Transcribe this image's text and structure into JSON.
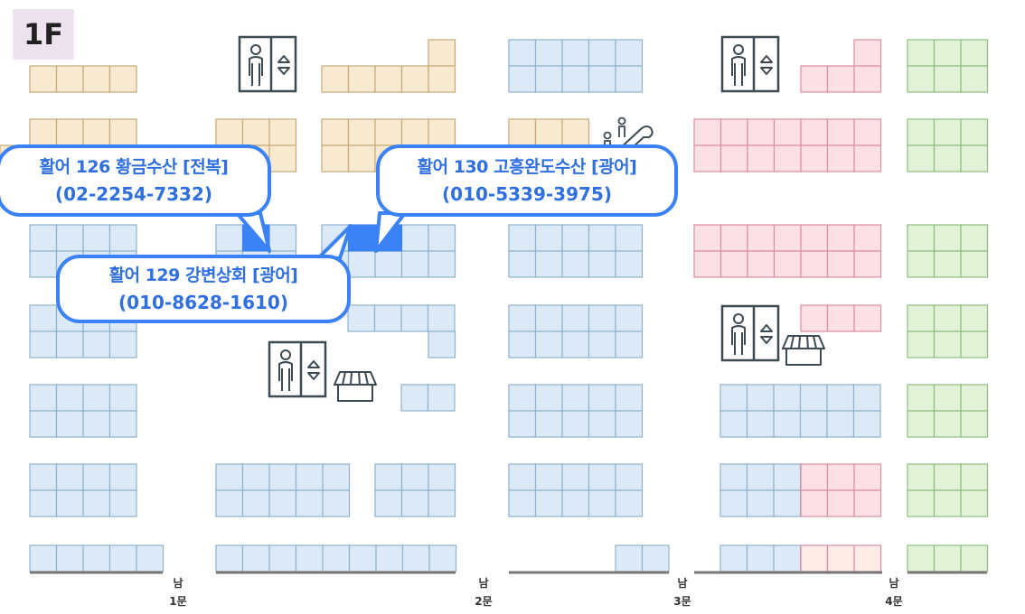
{
  "floor_label": "1F",
  "colors": {
    "tan": "#f7ead0",
    "tan_border": "#c5aa78",
    "blue": "#dbeaf6",
    "blue_border": "#8fb2cc",
    "pink": "#fbe0e6",
    "pink_border": "#dc8ea2",
    "green": "#e1f2d7",
    "green_border": "#8fbd80",
    "light_peach": "#fcebe6",
    "highlight": "#3b82f6",
    "icon": "#3d4a52"
  },
  "callouts": [
    {
      "title": "활어 126 황금수산 [전복]",
      "phone": "(02-2254-7332)"
    },
    {
      "title": "활어 130 고흥완도수산 [광어]",
      "phone": "(010-5339-3975)"
    },
    {
      "title": "활어 129 강변상회 [광어]",
      "phone": "(010-8628-1610)"
    }
  ],
  "gates": [
    {
      "top": "남",
      "bottom": "1문"
    },
    {
      "top": "남",
      "bottom": "2문"
    },
    {
      "top": "남",
      "bottom": "3문"
    },
    {
      "top": "남",
      "bottom": "4문"
    }
  ],
  "icons": [
    "elevator-icon",
    "escalator-icon",
    "market-stall-icon"
  ]
}
